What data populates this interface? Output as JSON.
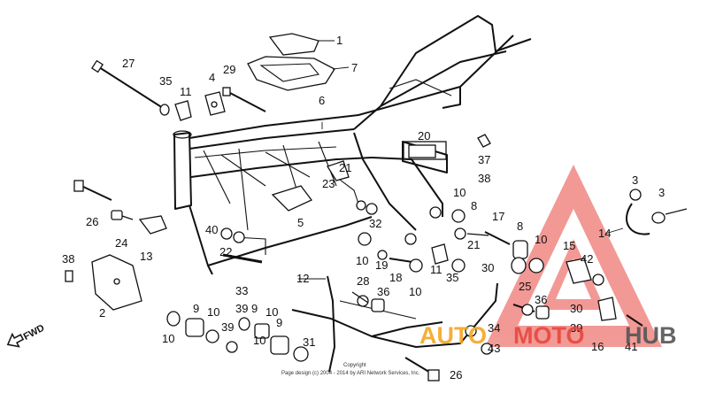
{
  "diagram": {
    "callouts": [
      {
        "text": "1"
      },
      {
        "text": "7"
      },
      {
        "text": "27"
      },
      {
        "text": "35"
      },
      {
        "text": "11"
      },
      {
        "text": "4"
      },
      {
        "text": "29"
      },
      {
        "text": "6"
      },
      {
        "text": "20"
      },
      {
        "text": "37"
      },
      {
        "text": "38"
      },
      {
        "text": "21"
      },
      {
        "text": "23"
      },
      {
        "text": "5"
      },
      {
        "text": "26"
      },
      {
        "text": "24"
      },
      {
        "text": "13"
      },
      {
        "text": "40"
      },
      {
        "text": "22"
      },
      {
        "text": "38"
      },
      {
        "text": "2"
      },
      {
        "text": "33"
      },
      {
        "text": "39"
      },
      {
        "text": "10"
      },
      {
        "text": "9"
      },
      {
        "text": "10"
      },
      {
        "text": "9"
      },
      {
        "text": "10"
      },
      {
        "text": "39"
      },
      {
        "text": "10"
      },
      {
        "text": "9"
      },
      {
        "text": "31"
      },
      {
        "text": "12"
      },
      {
        "text": "28"
      },
      {
        "text": "36"
      },
      {
        "text": "32"
      },
      {
        "text": "10"
      },
      {
        "text": "19"
      },
      {
        "text": "18"
      },
      {
        "text": "10"
      },
      {
        "text": "11"
      },
      {
        "text": "35"
      },
      {
        "text": "21"
      },
      {
        "text": "10"
      },
      {
        "text": "8"
      },
      {
        "text": "17"
      },
      {
        "text": "8"
      },
      {
        "text": "10"
      },
      {
        "text": "30"
      },
      {
        "text": "15"
      },
      {
        "text": "42"
      },
      {
        "text": "25"
      },
      {
        "text": "36"
      },
      {
        "text": "30"
      },
      {
        "text": "39"
      },
      {
        "text": "16"
      },
      {
        "text": "41"
      },
      {
        "text": "34"
      },
      {
        "text": "43"
      },
      {
        "text": "26"
      },
      {
        "text": "3"
      },
      {
        "text": "3"
      },
      {
        "text": "14"
      }
    ],
    "fwd_label": "FWD",
    "copyright_line1": "Copyright",
    "copyright_line2": "Page design (c) 2004 - 2014 by ARI Network Services, Inc."
  },
  "watermark": {
    "text_auto": "AUTO",
    "text_moto": "MOTO",
    "text_hub": "HUB",
    "color_red": "#e8473f",
    "color_orange": "#f5a623",
    "color_gray": "#555555"
  }
}
